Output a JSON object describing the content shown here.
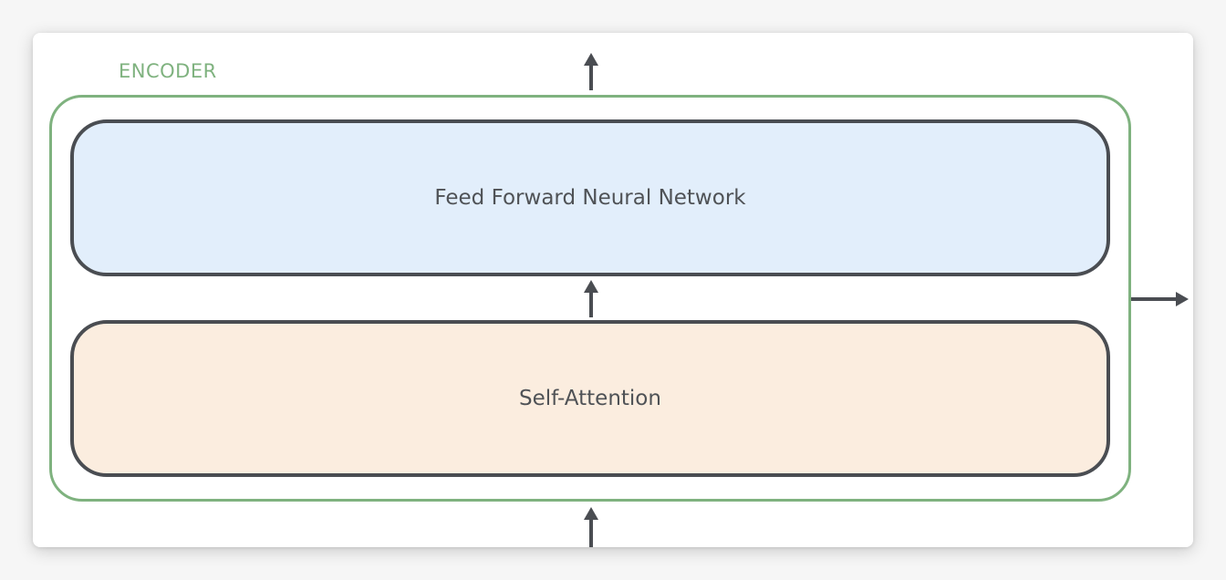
{
  "encoder": {
    "label": "ENCODER",
    "color": "#7fb27f"
  },
  "layers": {
    "ffnn": {
      "label": "Feed Forward Neural Network",
      "fill": "#e2eefb"
    },
    "attn": {
      "label": "Self-Attention",
      "fill": "#fbeddf"
    }
  },
  "colors": {
    "layer_border": "#4a4d52",
    "arrow": "#4a4d52"
  },
  "icons": [
    "arrow-up-icon",
    "arrow-right-icon"
  ]
}
